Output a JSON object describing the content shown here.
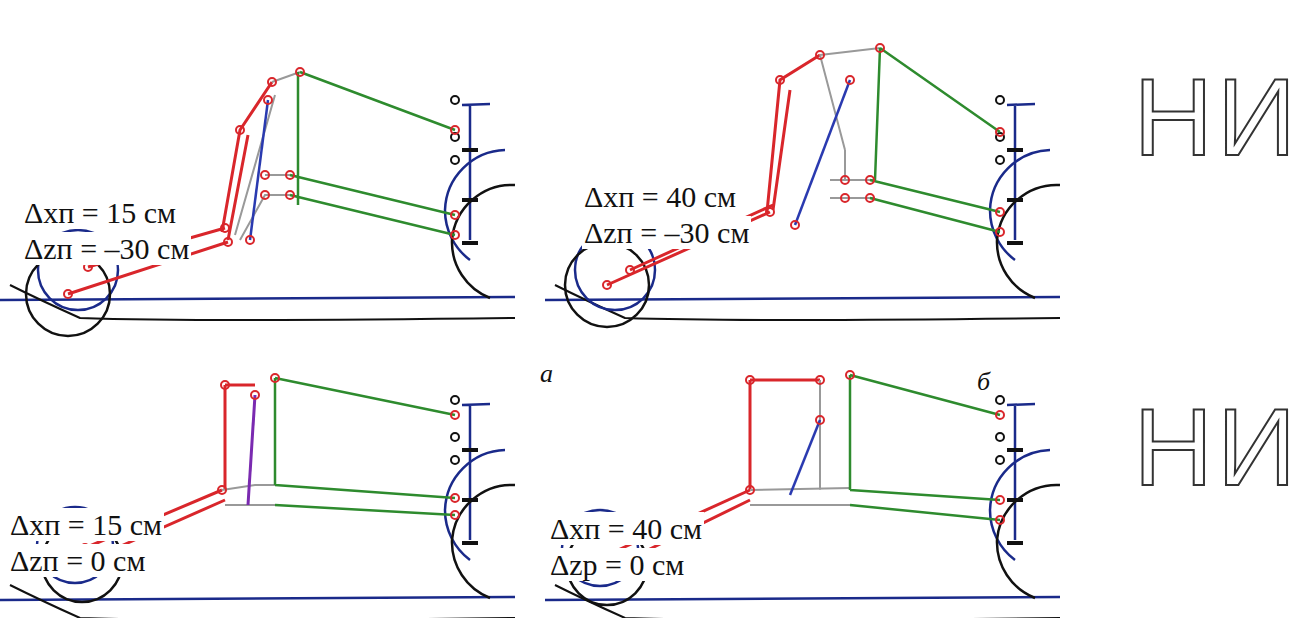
{
  "diagram": {
    "labels": [
      "Δxп = 15 см",
      "Δzп = –30 см",
      "Δxп = 40 см",
      "Δzп = –30 см",
      "а",
      "б",
      "Δxп = 15 см",
      "Δzп = 0 см",
      "Δxп = 40 см",
      "Δzp = 0 см",
      "НИ",
      "НИ"
    ]
  }
}
